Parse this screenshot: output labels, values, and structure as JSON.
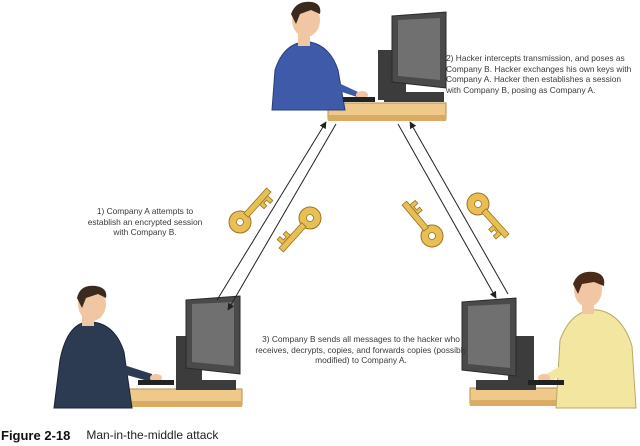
{
  "notes": {
    "hacker": "2) Hacker intercepts transmission, and poses as Company B. Hacker exchanges his own keys with Company A. Hacker then establishes a session with Company B, posing as Company A.",
    "company_a": "1) Company A attempts to establish an encrypted session with Company B.",
    "company_b": "3) Company B sends all messages to the hacker who receives, decrypts, copies, and forwards copies (possibly modified) to Company A."
  },
  "caption": {
    "number": "Figure 2-18",
    "title": "Man-in-the-middle attack"
  },
  "colors": {
    "desk": "#efc98a",
    "monitor": "#4a4a4a",
    "screen": "#d8d8d8",
    "key": "#e8bf55",
    "hacker_shirt": "#3f5aa8",
    "a_suit": "#2c3a52",
    "b_shirt": "#f2e6a0",
    "arrow": "#222222"
  },
  "icons": [
    "hacker-figure",
    "computer-icon",
    "company-a-figure",
    "company-b-figure",
    "key-icon"
  ]
}
